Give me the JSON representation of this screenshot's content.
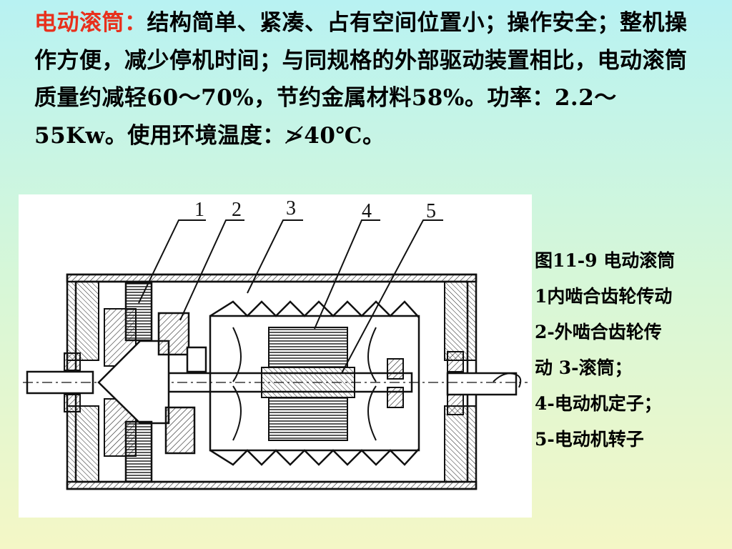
{
  "intro": {
    "highlight": "电动滚筒：",
    "body": "结构简单、紧凑、占有空间位置小；操作安全；整机操作方便，减少停机时间；与同规格的外部驱动装置相比，电动滚筒质量约减轻60～70%，节约金属材料58%。功率：2.2～55Kw。使用环境温度：≯40℃。"
  },
  "figure": {
    "callouts": [
      "1",
      "2",
      "3",
      "4",
      "5"
    ]
  },
  "caption": {
    "lines": [
      "图11-9  电动滚筒",
      "1内啮合齿轮传动",
      "2-外啮合齿轮传",
      "动  3-滚筒；",
      "4-电动机定子；",
      "5-电动机转子"
    ]
  },
  "colors": {
    "highlight": "#e8301c",
    "text": "#000000",
    "bg_top": "#b8f2f2",
    "bg_bottom": "#f4f7c6"
  }
}
